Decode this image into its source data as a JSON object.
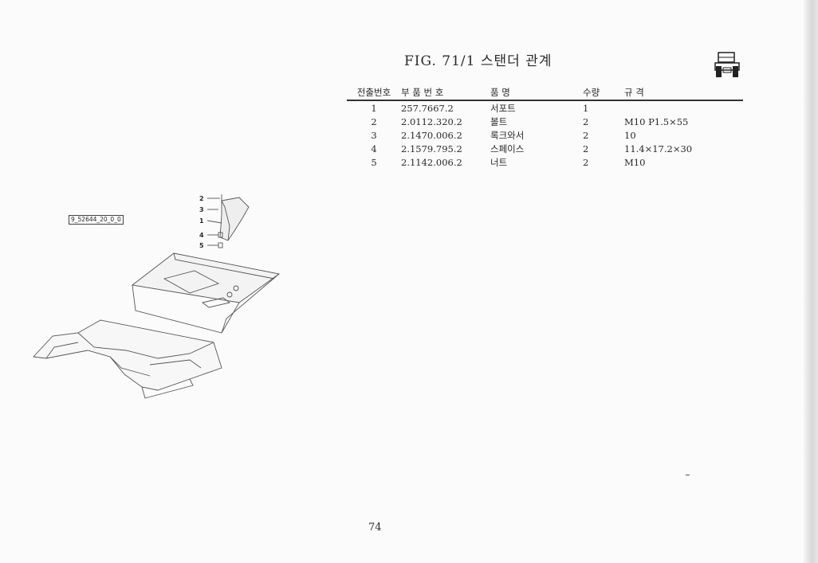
{
  "figure": {
    "title": "FIG. 71/1  스탠더 관계"
  },
  "table": {
    "headers": {
      "no": "전출번호",
      "part_no": "부 품 번 호",
      "name": "품        명",
      "qty": "수량",
      "spec": "규            격"
    },
    "rows": [
      {
        "no": "1",
        "part_no": "257.7667.2",
        "name": "서포트",
        "qty": "1",
        "spec": ""
      },
      {
        "no": "2",
        "part_no": "2.0112.320.2",
        "name": "볼트",
        "qty": "2",
        "spec": "M10 P1.5×55"
      },
      {
        "no": "3",
        "part_no": "2.1470.006.2",
        "name": "록크와서",
        "qty": "2",
        "spec": "10"
      },
      {
        "no": "4",
        "part_no": "2.1579.795.2",
        "name": "스페이스",
        "qty": "2",
        "spec": "11.4×17.2×30"
      },
      {
        "no": "5",
        "part_no": "2.1142.006.2",
        "name": "너트",
        "qty": "2",
        "spec": "M10"
      }
    ]
  },
  "drawing": {
    "reference_code": "9_52644_20_0_0",
    "callouts": [
      "2",
      "3",
      "1",
      "4",
      "5"
    ]
  },
  "page": {
    "number": "74"
  }
}
